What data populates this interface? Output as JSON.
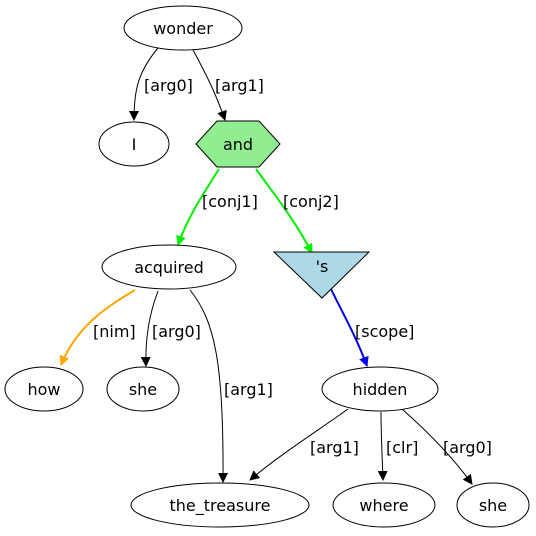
{
  "nodes": [
    {
      "id": "wonder",
      "label": "wonder",
      "shape": "ellipse",
      "fill": "#ffffff"
    },
    {
      "id": "i",
      "label": "I",
      "shape": "ellipse",
      "fill": "#ffffff"
    },
    {
      "id": "and",
      "label": "and",
      "shape": "hexagon",
      "fill": "#90ee90"
    },
    {
      "id": "acquired",
      "label": "acquired",
      "shape": "ellipse",
      "fill": "#ffffff"
    },
    {
      "id": "s",
      "label": "'s",
      "shape": "triangle",
      "fill": "#add8e6"
    },
    {
      "id": "how",
      "label": "how",
      "shape": "ellipse",
      "fill": "#ffffff"
    },
    {
      "id": "she1",
      "label": "she",
      "shape": "ellipse",
      "fill": "#ffffff"
    },
    {
      "id": "hidden",
      "label": "hidden",
      "shape": "ellipse",
      "fill": "#ffffff"
    },
    {
      "id": "treasure",
      "label": "the_treasure",
      "shape": "ellipse",
      "fill": "#ffffff"
    },
    {
      "id": "where",
      "label": "where",
      "shape": "ellipse",
      "fill": "#ffffff"
    },
    {
      "id": "she2",
      "label": "she",
      "shape": "ellipse",
      "fill": "#ffffff"
    }
  ],
  "edges": [
    {
      "from": "wonder",
      "to": "i",
      "label": "[arg0]",
      "color": "#000000"
    },
    {
      "from": "wonder",
      "to": "and",
      "label": "[arg1]",
      "color": "#000000"
    },
    {
      "from": "and",
      "to": "acquired",
      "label": "[conj1]",
      "color": "#00ee00"
    },
    {
      "from": "and",
      "to": "s",
      "label": "[conj2]",
      "color": "#00ee00"
    },
    {
      "from": "acquired",
      "to": "how",
      "label": "[nim]",
      "color": "#ffa500"
    },
    {
      "from": "acquired",
      "to": "she1",
      "label": "[arg0]",
      "color": "#000000"
    },
    {
      "from": "acquired",
      "to": "treasure",
      "label": "[arg1]",
      "color": "#000000"
    },
    {
      "from": "s",
      "to": "hidden",
      "label": "[scope]",
      "color": "#0000ee"
    },
    {
      "from": "hidden",
      "to": "treasure",
      "label": "[arg1]",
      "color": "#000000"
    },
    {
      "from": "hidden",
      "to": "where",
      "label": "[clr]",
      "color": "#000000"
    },
    {
      "from": "hidden",
      "to": "she2",
      "label": "[arg0]",
      "color": "#000000"
    }
  ]
}
